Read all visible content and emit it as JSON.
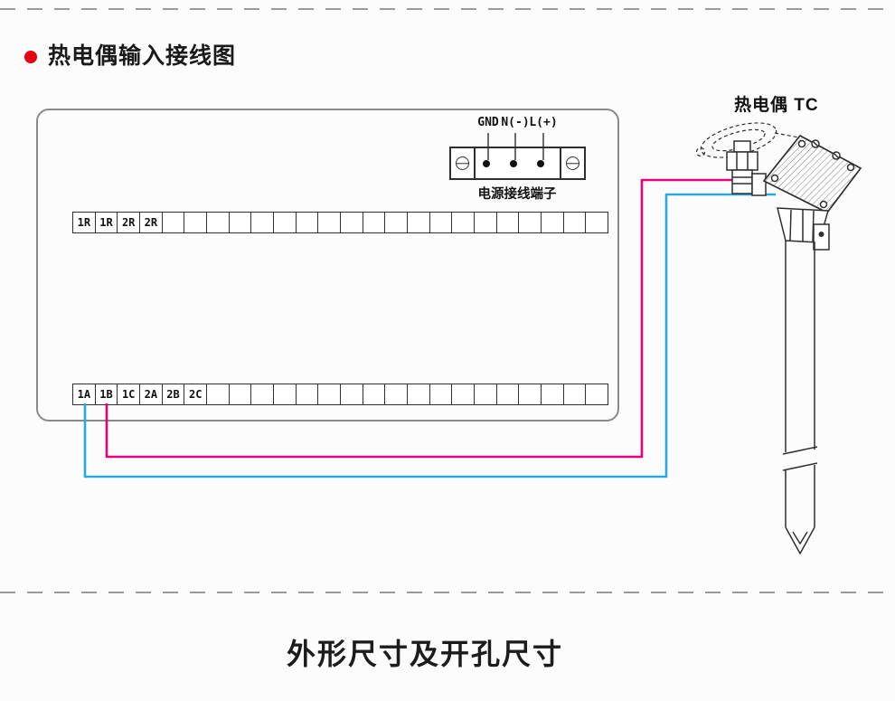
{
  "header": {
    "title": "热电偶输入接线图"
  },
  "power_terminal": {
    "labels": [
      "GND",
      "N(-)",
      "L(+)"
    ],
    "caption": "电源接线端子"
  },
  "terminal_rows": {
    "row1": [
      "1R",
      "1R",
      "2R",
      "2R",
      "",
      "",
      "",
      "",
      "",
      "",
      "",
      "",
      "",
      "",
      "",
      "",
      "",
      "",
      "",
      "",
      "",
      "",
      "",
      ""
    ],
    "row2": [
      "1A",
      "1B",
      "1C",
      "2A",
      "2B",
      "2C",
      "",
      "",
      "",
      "",
      "",
      "",
      "",
      "",
      "",
      "",
      "",
      "",
      "",
      "",
      "",
      "",
      "",
      ""
    ]
  },
  "thermocouple": {
    "label": "热电偶 TC"
  },
  "footer": {
    "title": "外形尺寸及开孔尺寸"
  },
  "colors": {
    "bullet": "#e60012",
    "wire_to_1b_positive": "#e5007d",
    "wire_to_1a_negative": "#2aa9e0",
    "line": "#2f2f2f"
  }
}
